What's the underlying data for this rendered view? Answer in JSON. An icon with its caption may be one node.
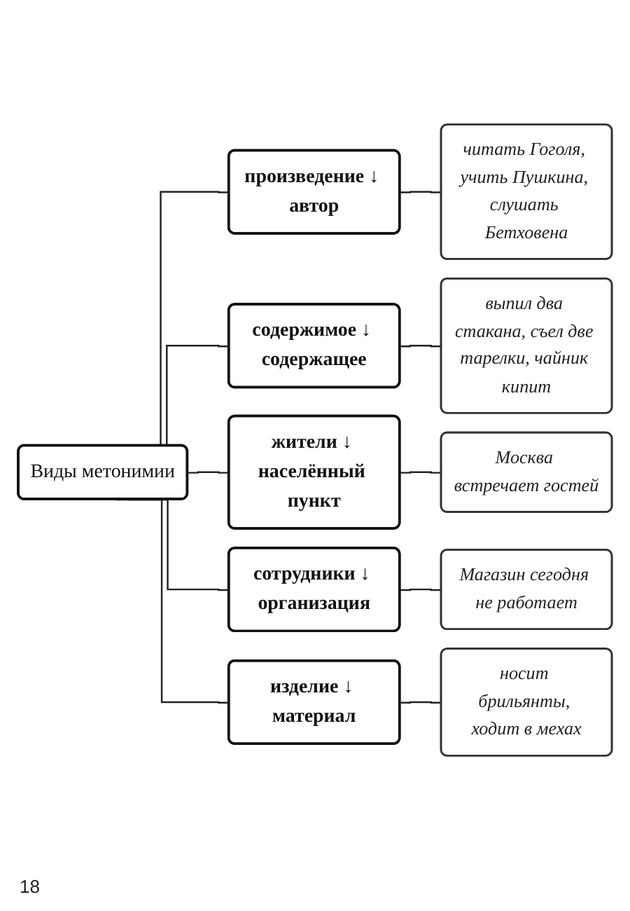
{
  "diagram": {
    "nodes": [
      {
        "text": [
          "Виды метонимии"
        ]
      },
      {
        "text": [
          "произведение ↓ автор"
        ]
      },
      {
        "text": [
          "содержимое ↓ содержащее"
        ]
      },
      {
        "text": [
          "жители ↓ населённый пункт"
        ]
      },
      {
        "text": [
          "сотрудники ↓ организация"
        ]
      },
      {
        "text": [
          "изделие ↓ материал"
        ]
      },
      {
        "text": [
          "читать Гоголя, учить Пушкина, слушать Бетховена"
        ]
      },
      {
        "text": [
          "выпил два стакана, съел две тарелки, чайник кипит"
        ]
      },
      {
        "text": [
          "Москва встречает гостей"
        ]
      },
      {
        "text": [
          "Магазин сегодня не работает"
        ]
      },
      {
        "text": [
          "носит брильянты, ходит в мехах"
        ]
      }
    ],
    "edges": [
      {
        "from": 0,
        "to": 1,
        "arrow": "none"
      },
      {
        "from": 0,
        "to": 2,
        "arrow": "none"
      },
      {
        "from": 0,
        "to": 3,
        "arrow": "none"
      },
      {
        "from": 0,
        "to": 4,
        "arrow": "none"
      },
      {
        "from": 0,
        "to": 5,
        "arrow": "none"
      },
      {
        "from": 1,
        "to": 6,
        "arrow": "none"
      },
      {
        "from": 2,
        "to": 7,
        "arrow": "none"
      },
      {
        "from": 3,
        "to": 8,
        "arrow": "none"
      },
      {
        "from": 4,
        "to": 9,
        "arrow": "none"
      },
      {
        "from": 5,
        "to": 10,
        "arrow": "none"
      }
    ],
    "labels": [
      "18"
    ]
  }
}
